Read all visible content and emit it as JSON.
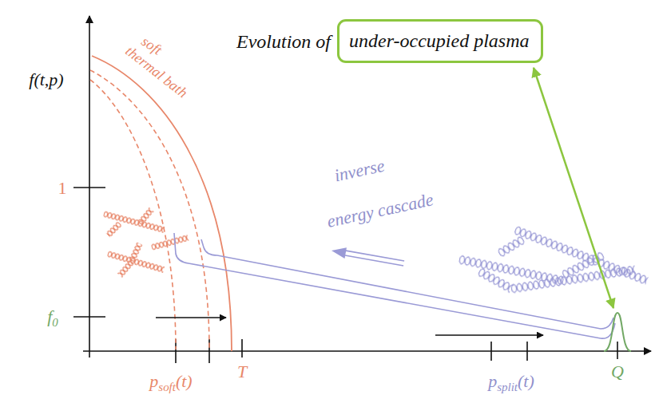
{
  "diagram": {
    "nodes": [
      {
        "text": [
          "under-occupied plasma"
        ]
      }
    ],
    "labels": [
      "Evolution of",
      "f(t,p)",
      "1",
      "f",
      "0",
      "soft",
      "thermal bath",
      "inverse",
      "energy cascade",
      "p",
      "soft",
      "(t)",
      "T",
      "p",
      "split",
      "(t)",
      "Q"
    ]
  }
}
